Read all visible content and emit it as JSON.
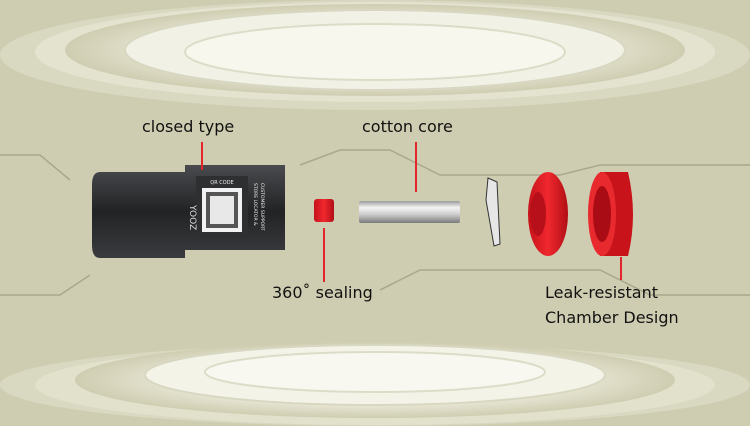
{
  "labels": {
    "closed_type": "closed type",
    "cotton_core": "cotton core",
    "sealing": "360˚ sealing",
    "leak_line1": "Leak-resistant",
    "leak_line2": "Chamber Design"
  },
  "pod": {
    "brand": "YOOZ",
    "qr_caption": "QR CODE",
    "side_text_1": "STORE LOCATOR &",
    "side_text_2": "CUSTOMER SUPPORT"
  },
  "colors": {
    "background": "#cfcdb1",
    "accent_red": "#e0262a",
    "pod_dark": "#2a2b2d"
  }
}
